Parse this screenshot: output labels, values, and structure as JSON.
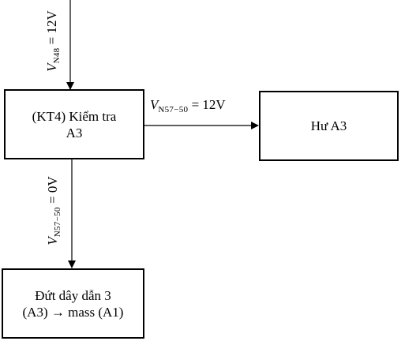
{
  "nodes": {
    "kt4": {
      "text": "(KT4) Kiểm tra\nA3"
    },
    "hu_a3": {
      "text": "Hư A3"
    },
    "dut_day": {
      "text": "Đứt dây dẫn 3\n(A3) → mass (A1)"
    }
  },
  "edges": {
    "top_in": {
      "var": "V",
      "sub": "N48",
      "value": " = 12V"
    },
    "to_hu": {
      "var": "V",
      "sub": "N57−50",
      "value": " = 12V"
    },
    "to_dut": {
      "var": "V",
      "sub": "N57−50",
      "value": " = 0V"
    }
  },
  "colors": {
    "stroke": "#000000",
    "background": "#ffffff"
  }
}
